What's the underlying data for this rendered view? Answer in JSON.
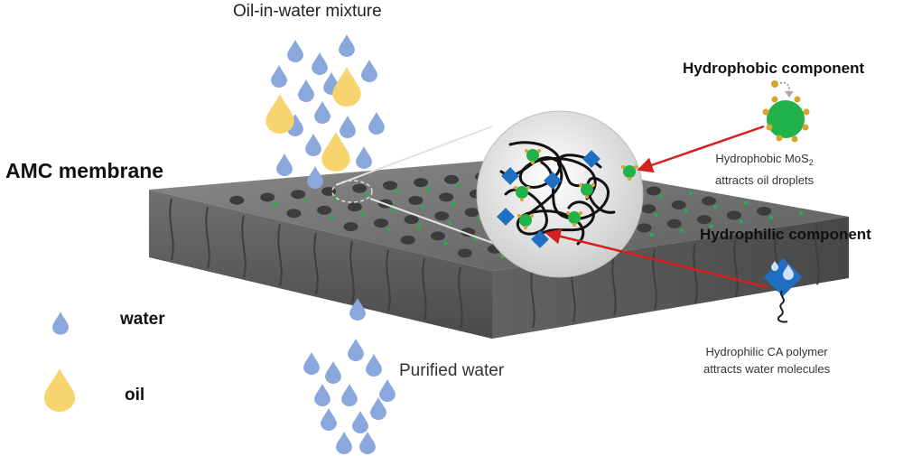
{
  "labels": {
    "mixture": "Oil-in-water mixture",
    "membrane": "AMC membrane",
    "purified": "Purified water"
  },
  "hydrophobic": {
    "title": "Hydrophobic component",
    "desc_line1_prefix": "Hydrophobic MoS",
    "desc_line1_sub": "2",
    "desc_line2": "attracts oil droplets"
  },
  "hydrophilic": {
    "title": "Hydrophilic component",
    "desc_line1": "Hydrophilic CA polymer",
    "desc_line2": "attracts water molecules"
  },
  "legend": {
    "water": "water",
    "oil": "oil"
  },
  "colors": {
    "water_drop": "#8aa8dc",
    "oil_drop": "#f7d46e",
    "membrane": "#6e6e6e",
    "mos2_green": "#22b24c",
    "ca_blue": "#1f6fc4",
    "arrow_red": "#d42020"
  }
}
